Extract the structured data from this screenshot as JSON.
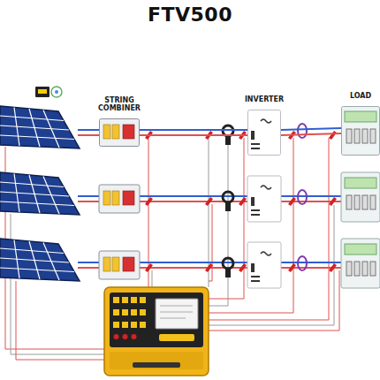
{
  "diagram": {
    "title": "FTV500",
    "nodes": [
      {
        "text": [
          "STRING COMBINER"
        ]
      },
      {
        "text": [
          "INVERTER"
        ]
      },
      {
        "text": [
          "LOAD"
        ]
      }
    ],
    "edges": [
      {
        "from": 0,
        "to": 1,
        "arrow": "none"
      },
      {
        "from": 1,
        "to": 2,
        "arrow": "none"
      }
    ]
  }
}
